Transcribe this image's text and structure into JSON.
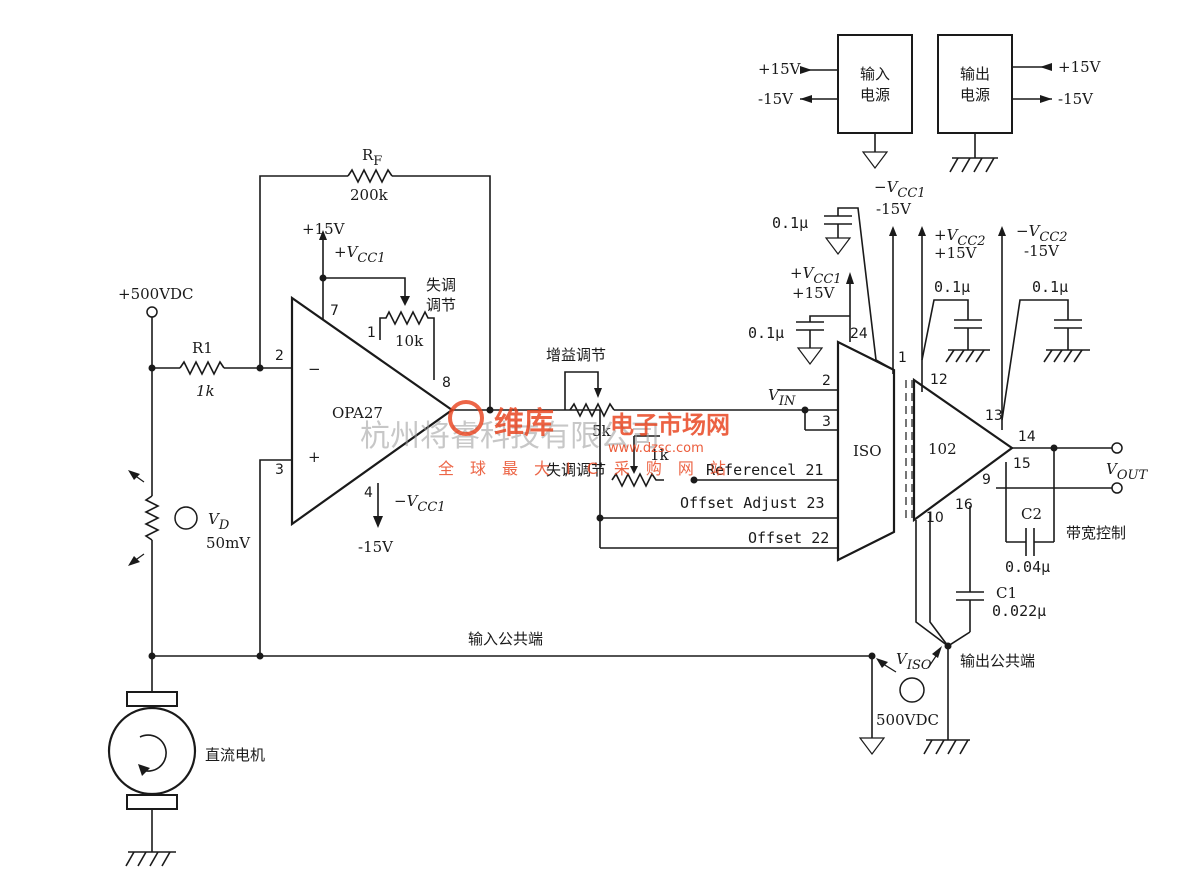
{
  "supplies": {
    "input_box": {
      "line1": "输入",
      "line2": "电源"
    },
    "output_box": {
      "line1": "输出",
      "line2": "电源"
    },
    "in_pos": "+15V",
    "in_neg": "-15V",
    "out_pos": "+15V",
    "out_neg": "-15V"
  },
  "feedback": {
    "name_main": "R",
    "name_sub": "F",
    "value": "200k"
  },
  "opamp": {
    "name": "OPA27",
    "minus": "−",
    "plus": "+",
    "pins": {
      "p1": "1",
      "p2": "2",
      "p3": "3",
      "p4": "4",
      "p7": "7",
      "p8": "8"
    },
    "vcc_pos_supply": "+15V",
    "vcc_pos_sym": "+V",
    "vcc_pos_sub": "CC1",
    "vcc_neg_sym": "−V",
    "vcc_neg_sub": "CC1",
    "vcc_neg_supply": "-15V",
    "trim_label_1": "失调",
    "trim_label_2": "调节",
    "trim_value": "10k"
  },
  "input_side": {
    "hv_label": "+500VDC",
    "r1_name": "R1",
    "r1_value": "1k",
    "vd_sym": "V",
    "vd_sub": "D",
    "vd_value": "50mV",
    "motor_label": "直流电机",
    "common_label": "输入公共端"
  },
  "gain": {
    "label": "增益调节",
    "pot_value": "5k",
    "offset_pot_value": "1k",
    "offset_label": "失调调节"
  },
  "iso": {
    "name": "ISO",
    "vin_sym": "V",
    "vin_sub": "IN",
    "pin2": "2",
    "pin3": "3",
    "pin24": "24",
    "pin1": "1",
    "ref_label": "Referencel 21",
    "offadj_label": "Offset Adjust 23",
    "offset_label": "Offset 22",
    "cap_top": "0.1μ",
    "cap_mid": "0.1μ",
    "vcc1_neg_sym": "−V",
    "vcc1_neg_sub": "CC1",
    "vcc1_neg_val": "-15V",
    "vcc1_pos_sym": "+V",
    "vcc1_pos_sub": "CC1",
    "vcc1_pos_val": "+15V"
  },
  "out_amp": {
    "name": "102",
    "pins": {
      "p9": "9",
      "p10": "10",
      "p12": "12",
      "p13": "13",
      "p14": "14",
      "p15": "15",
      "p16": "16"
    },
    "vcc2_pos_sym": "+V",
    "vcc2_pos_sub": "CC2",
    "vcc2_pos_val": "+15V",
    "vcc2_neg_sym": "−V",
    "vcc2_neg_sub": "CC2",
    "vcc2_neg_val": "-15V",
    "cap_left": "0.1μ",
    "cap_right": "0.1μ",
    "c2_name": "C2",
    "c2_value": "0.04μ",
    "bw_label": "带宽控制",
    "c1_name": "C1",
    "c1_value": "0.022μ",
    "vout_sym": "V",
    "vout_sub": "OUT",
    "common_label": "输出公共端",
    "viso_sym": "V",
    "viso_sub": "ISO",
    "viso_value": "500VDC"
  },
  "watermark": {
    "gray": "杭州将睿科技有限公司",
    "big": "维库",
    "red": "电子市场网",
    "url": "www.dzsc.com",
    "mid": "全球最大IC采购网站"
  },
  "colors": {
    "ink": "#1a1a1a",
    "watermark": "#e8401a"
  }
}
